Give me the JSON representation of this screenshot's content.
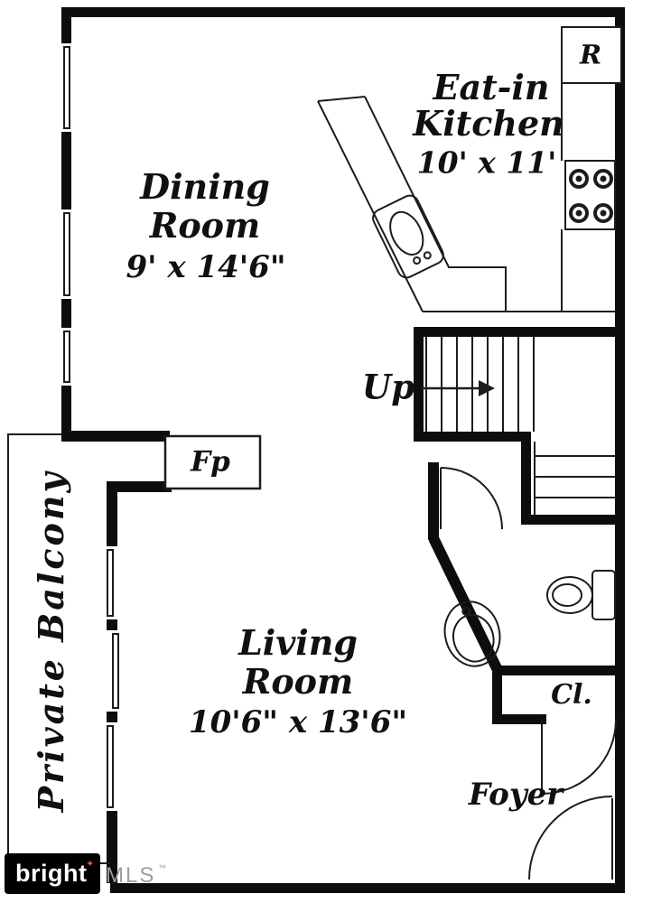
{
  "plan": {
    "dining": {
      "name1": "Dining",
      "name2": "Room",
      "dims": "9' x 14'6\""
    },
    "kitchen": {
      "name1": "Eat-in",
      "name2": "Kitchen",
      "dims": "10' x 11'"
    },
    "living": {
      "name1": "Living",
      "name2": "Room",
      "dims": "10'6\" x 13'6\""
    },
    "balcony": {
      "name": "Private Balcony"
    },
    "foyer": {
      "name": "Foyer"
    },
    "closet": {
      "name": "Cl."
    },
    "stairs": {
      "name": "Up"
    },
    "fireplace": {
      "name": "Fp"
    },
    "refrigerator": {
      "name": "R"
    }
  },
  "colors": {
    "wall": "#0d0d0d",
    "line": "#1c1c1c",
    "background": "#ffffff",
    "label": "#101010"
  },
  "watermark": {
    "brand": "bright",
    "spark": "✦",
    "spark_color": "#e8542e",
    "suffix": "MLS",
    "suffix_tm": "™",
    "badge_bg": "#000000",
    "brand_color": "#ffffff",
    "suffix_color": "#9e9e9e"
  }
}
